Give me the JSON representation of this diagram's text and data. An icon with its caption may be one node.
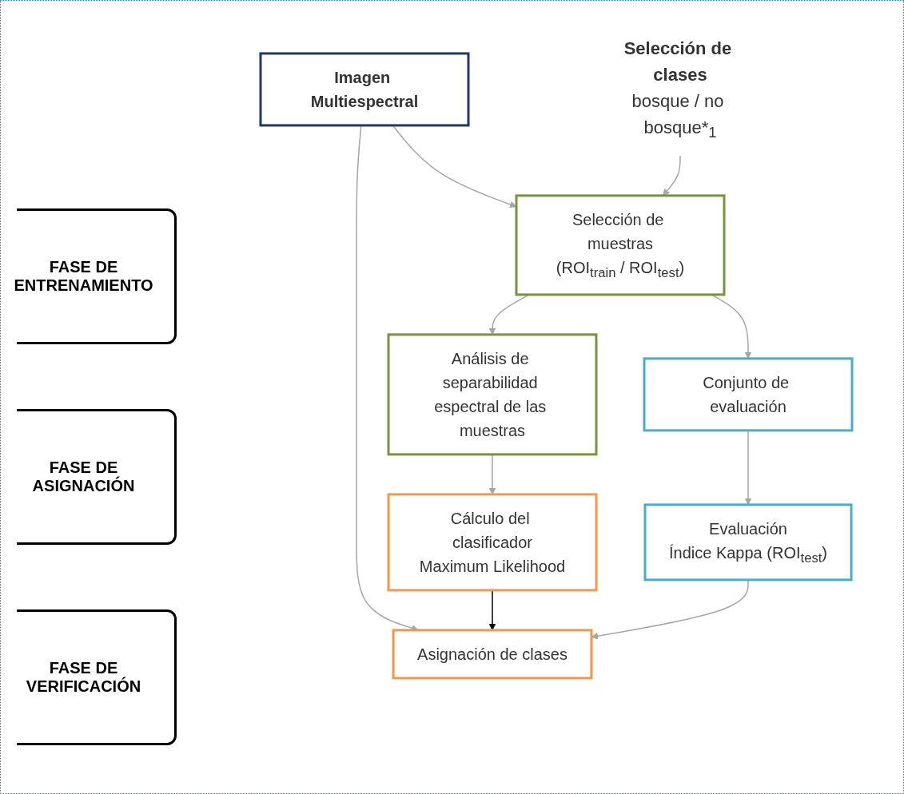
{
  "diagram": {
    "nodes": [
      {
        "text": [
          "Imagen Multiespectral"
        ]
      },
      {
        "text": [
          "Selección de clases",
          "bosque / no bosque*$_{1}$"
        ]
      },
      {
        "text": [
          "Selección de muestras",
          "(ROI$_{train}$ / ROI$_{test}$)"
        ]
      },
      {
        "text": [
          "Conjunto de evaluación"
        ]
      },
      {
        "text": [
          "Análisis de separabilidad espectral de las muestras"
        ]
      },
      {
        "text": [
          "Cálculo del clasificador",
          "Maximum Likelihood"
        ]
      },
      {
        "text": [
          "Asignación de clases"
        ]
      },
      {
        "text": [
          "Evaluación",
          "Índice Kappa (ROI$_{test}$)"
        ]
      }
    ],
    "edges": [
      {
        "from": 0,
        "to": 2,
        "arrow": "to"
      },
      {
        "from": 0,
        "to": 6,
        "arrow": "to"
      },
      {
        "from": 1,
        "to": 2,
        "arrow": "to"
      },
      {
        "from": 2,
        "to": 4,
        "arrow": "to"
      },
      {
        "from": 2,
        "to": 3,
        "arrow": "to"
      },
      {
        "from": 4,
        "to": 5,
        "arrow": "to"
      },
      {
        "from": 5,
        "to": 6,
        "arrow": "to",
        "color": "#000000"
      },
      {
        "from": 3,
        "to": 7,
        "arrow": "to"
      },
      {
        "from": 7,
        "to": 6,
        "arrow": "to"
      }
    ],
    "labels": [
      "FASE DE ENTRENAMIENTO",
      "FASE DE ASIGNACIÓN",
      "FASE DE VERIFICACIÓN"
    ]
  }
}
